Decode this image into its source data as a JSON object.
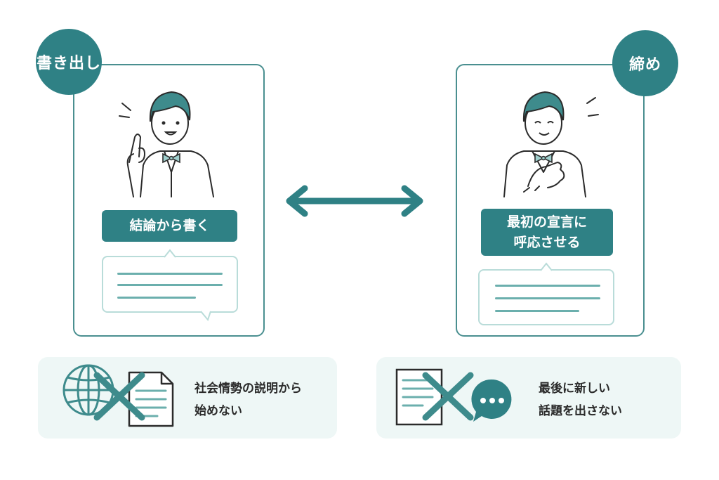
{
  "left": {
    "badge": "書き出し",
    "label": "結論から書く"
  },
  "right": {
    "badge": "締め",
    "label_line1": "最初の宣言に",
    "label_line2": "呼応させる"
  },
  "bottom_left": {
    "line1": "社会情勢の説明から",
    "line2": "始めない"
  },
  "bottom_right": {
    "line1": "最後に新しい",
    "line2": "話題を出さない"
  },
  "colors": {
    "teal": "#2f8185",
    "teal_border": "#4a8f90",
    "panel_bg": "#eef7f6",
    "bubble_border": "#b9dcd9"
  }
}
